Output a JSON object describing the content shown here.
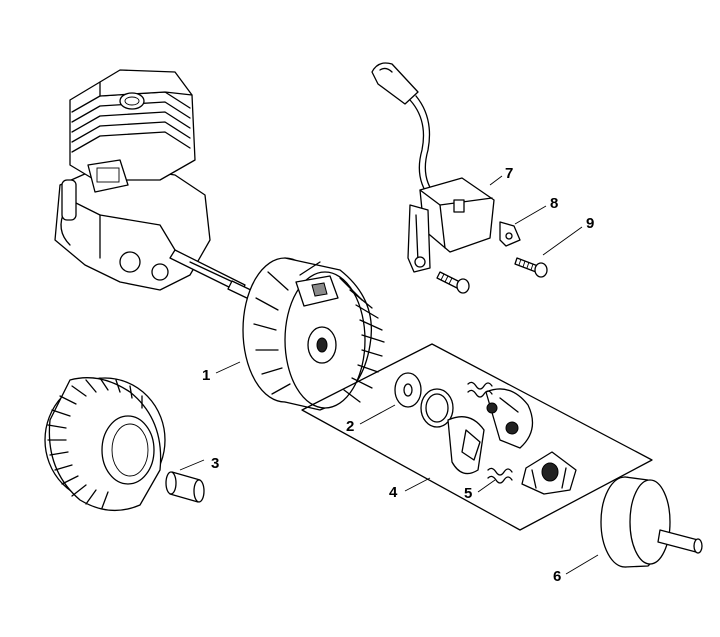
{
  "callouts": [
    {
      "id": "1",
      "label": "1"
    },
    {
      "id": "2",
      "label": "2"
    },
    {
      "id": "3",
      "label": "3"
    },
    {
      "id": "4",
      "label": "4"
    },
    {
      "id": "5",
      "label": "5"
    },
    {
      "id": "6",
      "label": "6"
    },
    {
      "id": "7",
      "label": "7"
    },
    {
      "id": "8",
      "label": "8"
    },
    {
      "id": "9",
      "label": "9"
    }
  ],
  "colors": {
    "line": "#000000",
    "background": "#ffffff",
    "shade": "#8a8a8a"
  }
}
